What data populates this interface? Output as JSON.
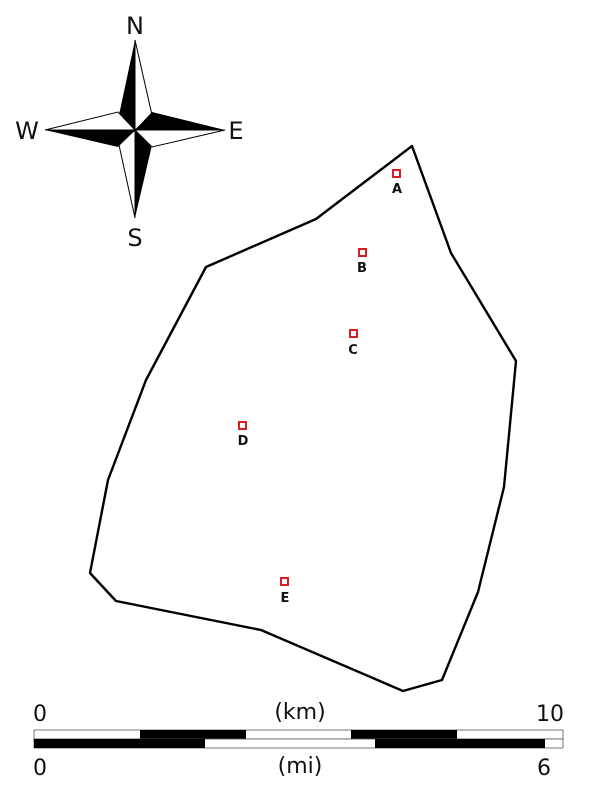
{
  "compass": {
    "north": "N",
    "south": "S",
    "east": "E",
    "west": "W"
  },
  "sites": [
    {
      "id": "A"
    },
    {
      "id": "B"
    },
    {
      "id": "C"
    },
    {
      "id": "D"
    },
    {
      "id": "E"
    }
  ],
  "scalebar": {
    "km": {
      "min": "0",
      "max": "10",
      "unit": "(km)"
    },
    "mi": {
      "min": "0",
      "max": "6",
      "unit": "(mi)"
    }
  },
  "colors": {
    "site_marker": "#d42020",
    "boundary": "#000000"
  }
}
